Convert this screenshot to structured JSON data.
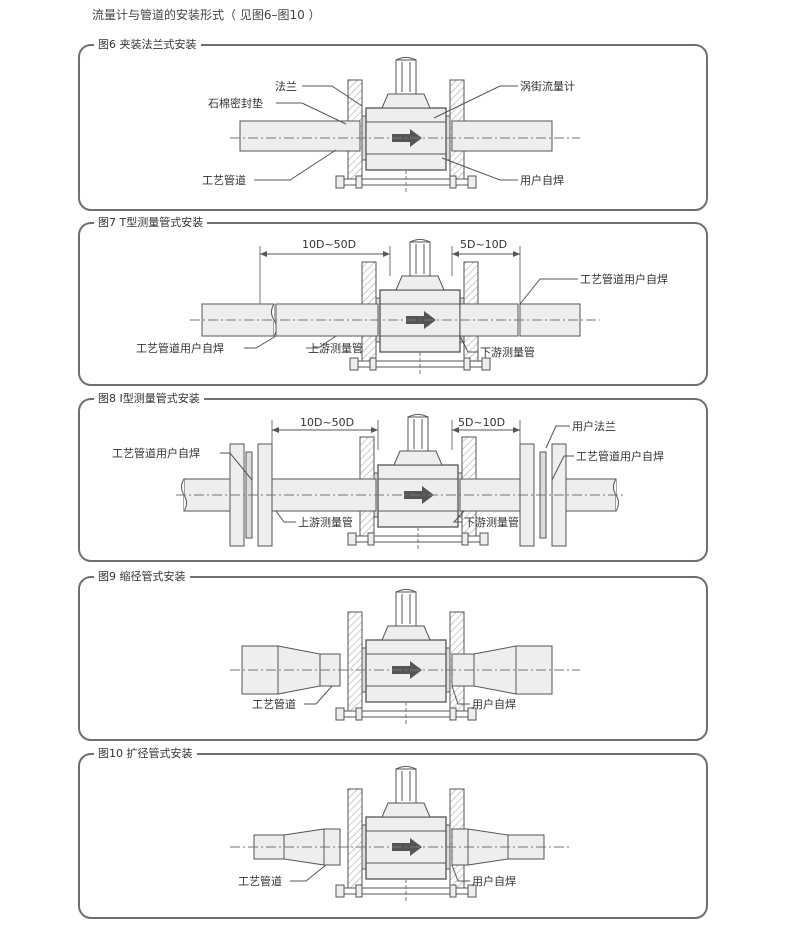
{
  "page_title": "流量计与管道的安装形式（ 见图6–图10 ）",
  "panels": [
    {
      "title": "图6 夹装法兰式安装",
      "labels": {
        "flange": "法兰",
        "gasket": "石棉密封垫",
        "process_pipe": "工艺管道",
        "vortex_meter": "涡街流量计",
        "user_weld": "用户自焊"
      }
    },
    {
      "title": "图7 T型测量管式安装",
      "labels": {
        "upstream_dim": "10D~50D",
        "downstream_dim": "5D~10D",
        "weld_right": "工艺管道用户自焊",
        "weld_left": "工艺管道用户自焊",
        "upstream_pipe": "上游测量管",
        "downstream_pipe": "下游测量管"
      }
    },
    {
      "title": "图8 I型测量管式安装",
      "labels": {
        "upstream_dim": "10D~50D",
        "downstream_dim": "5D~10D",
        "user_flange": "用户法兰",
        "weld_left": "工艺管道用户自焊",
        "weld_right": "工艺管道用户自焊",
        "upstream_pipe": "上游测量管",
        "downstream_pipe": "下游测量管"
      }
    },
    {
      "title": "图9 缩径管式安装",
      "labels": {
        "process_pipe": "工艺管道",
        "user_weld": "用户自焊"
      }
    },
    {
      "title": "图10 扩径管式安装",
      "labels": {
        "process_pipe": "工艺管道",
        "user_weld": "用户自焊"
      }
    }
  ],
  "colors": {
    "line": "#555555",
    "fill": "#eeeeee",
    "hatch": "#aaaaaa",
    "border": "#6f6f6f"
  }
}
